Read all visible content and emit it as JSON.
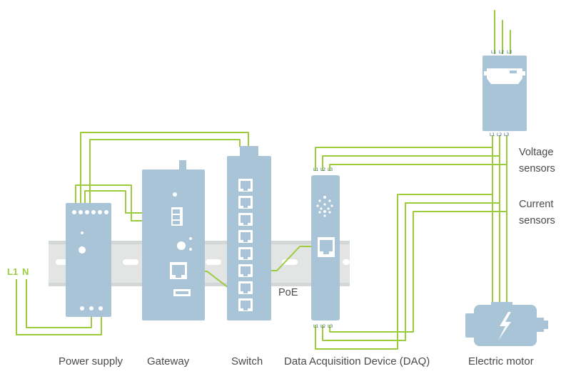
{
  "colors": {
    "wire": "#9ccb3b",
    "device": "#a9c4d6",
    "rail": "#e3e5e5",
    "rail_slot": "#ffffff",
    "text": "#4a4a4a"
  },
  "devices": {
    "power_supply": "Power supply",
    "gateway": "Gateway",
    "switch": "Switch",
    "daq": "Data Acquisition Device (DAQ)",
    "motor": "Electric motor"
  },
  "labels": {
    "poe": "PoE",
    "voltage": [
      "Voltage",
      "sensors"
    ],
    "current": [
      "Current",
      "sensors"
    ],
    "mains_l1": "L1",
    "mains_n": "N"
  },
  "terminals": {
    "meter_top": [
      "L1",
      "L2",
      "L3"
    ],
    "meter_bottom": [
      "L1",
      "L2",
      "L3"
    ],
    "daq_top": [
      "L1",
      "L2",
      "L3"
    ],
    "daq_bottom": [
      "L1",
      "L2",
      "L3"
    ]
  },
  "icons": {
    "meter": "energy-meter-icon",
    "motor": "electric-motor-icon",
    "ethernet": "ethernet-port-icon"
  }
}
